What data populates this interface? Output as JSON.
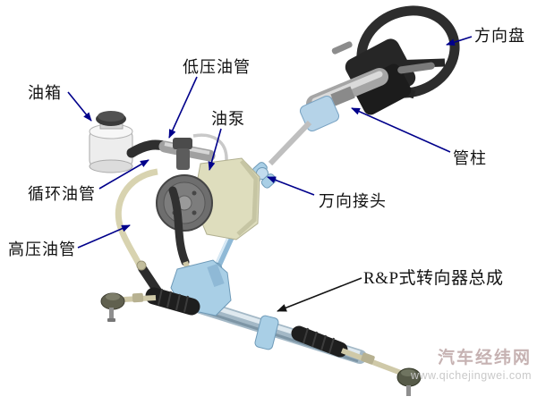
{
  "diagram": {
    "labels": {
      "oil_tank": "油箱",
      "low_pressure_pipe": "低压油管",
      "oil_pump": "油泵",
      "circulating_pipe": "循环油管",
      "high_pressure_pipe": "高压油管",
      "steering_wheel": "方向盘",
      "column": "管柱",
      "universal_joint": "万向接头",
      "rack_assembly": "R&P式转向器总成"
    },
    "watermark": {
      "site_name": "汽车经纬网",
      "site_url": "www.qichejingwei.com"
    },
    "colors": {
      "label_text": "#121212",
      "arrow_primary": "#00008b",
      "arrow_rack": "#141414",
      "component_blue": "#a9cfe6",
      "pump_body_cream": "#deddbd",
      "bellows_black": "#1e1e1e",
      "watermark_name": "#c6b2b2",
      "watermark_url": "#c9c9c9"
    }
  }
}
